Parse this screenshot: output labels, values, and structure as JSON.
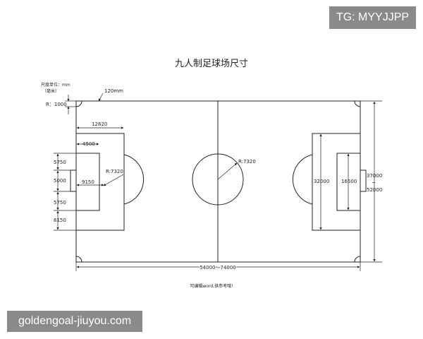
{
  "title": "九人制足球场尺寸",
  "unit_label_1": "尺度单位：mm",
  "unit_label_2": "（毫米）",
  "corner_radius_label": "R：1000",
  "line_width_label": "120mm",
  "penalty_area_depth": "12820",
  "goal_area_depth": "4500",
  "goal_area_offset": "5750",
  "goal_width": "5000",
  "goal_area_offset_lower": "5750",
  "penalty_area_offset_lower": "6150",
  "penalty_spot_distance": "9150",
  "penalty_arc_radius": "R:7320",
  "center_circle_radius": "R:7320",
  "penalty_area_width": "32000",
  "goal_area_width": "16500",
  "field_width": "37000",
  "field_width_tilde": "~",
  "field_width_max": "52000",
  "field_length": "54000～74000",
  "footer_note": "可编辑word,供参考哦!",
  "watermark_tg": "TG: MYYJJPP",
  "watermark_site": "goldengoal-jiuyou.com"
}
